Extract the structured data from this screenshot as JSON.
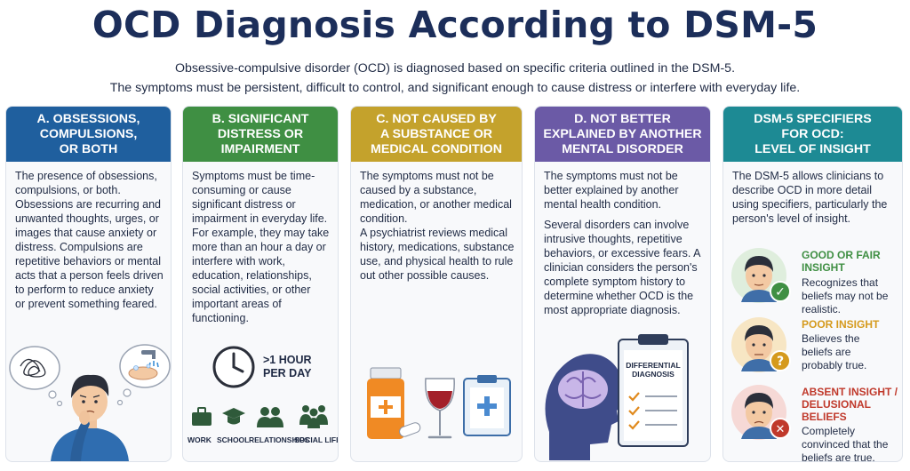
{
  "title": "OCD Diagnosis According to DSM-5",
  "subtitle_1": "Obsessive-compulsive disorder (OCD) is diagnosed based on specific criteria outlined in the DSM-5.",
  "subtitle_2": "The symptoms must be persistent, difficult to control, and significant enough to cause distress or interfere with everyday life.",
  "cards": {
    "a": {
      "heading": [
        "A. OBSESSIONS,",
        "COMPULSIONS,",
        "OR BOTH"
      ],
      "text": "The presence of obsessions, compulsions, or both. Obsessions are recurring and unwanted thoughts, urges, or images that cause anxiety or distress. Compulsions are repetitive behaviors or mental acts that a person feels driven to perform to reduce anxiety or prevent something feared."
    },
    "b": {
      "heading": [
        "B. SIGNIFICANT",
        "DISTRESS OR",
        "IMPAIRMENT"
      ],
      "text": "Symptoms must be time-consuming or cause significant distress or impairment in everyday life. For example, they may take more than an hour a day or interfere with work, education, relationships, social activities, or other important areas of functioning.",
      "time_label_1": ">1 HOUR",
      "time_label_2": "PER DAY",
      "areas": [
        "WORK",
        "SCHOOL",
        "RELATIONSHIPS",
        "SOCIAL LIFE"
      ]
    },
    "c": {
      "heading": [
        "C. NOT CAUSED BY",
        "A SUBSTANCE OR",
        "MEDICAL CONDITION"
      ],
      "text_1": "The symptoms must not be caused by a substance, medication, or another medical condition.",
      "text_2": "A psychiatrist reviews medical history, medications, substance use, and physical health to rule out other possible causes."
    },
    "d": {
      "heading": [
        "D. NOT BETTER",
        "EXPLAINED BY ANOTHER",
        "MENTAL DISORDER"
      ],
      "text_1": "The symptoms must not be better explained by another mental health condition.",
      "text_2": "Several disorders can involve intrusive thoughts, repetitive behaviors, or excessive fears. A clinician considers the person's complete symptom history to determine whether OCD is the most appropriate diagnosis.",
      "clipboard_label_1": "DIFFERENTIAL",
      "clipboard_label_2": "DIAGNOSIS"
    },
    "e": {
      "heading": [
        "DSM-5 SPECIFIERS",
        "FOR OCD:",
        "LEVEL OF INSIGHT"
      ],
      "text": "The DSM-5 allows clinicians to describe OCD in more detail using specifiers, particularly the person's level of insight.",
      "insights": [
        {
          "title_1": "GOOD OR FAIR",
          "title_2": "INSIGHT",
          "desc": "Recognizes that beliefs may not be realistic.",
          "color": "#3f8f43",
          "badge": "✓"
        },
        {
          "title_1": "POOR INSIGHT",
          "title_2": "",
          "desc": "Believes the beliefs are probably true.",
          "color": "#d59a1d",
          "badge": "?"
        },
        {
          "title_1": "ABSENT INSIGHT /",
          "title_2": "DELUSIONAL BELIEFS",
          "desc": "Completely convinced that the beliefs are true.",
          "color": "#c0392b",
          "badge": "✕"
        }
      ]
    }
  }
}
